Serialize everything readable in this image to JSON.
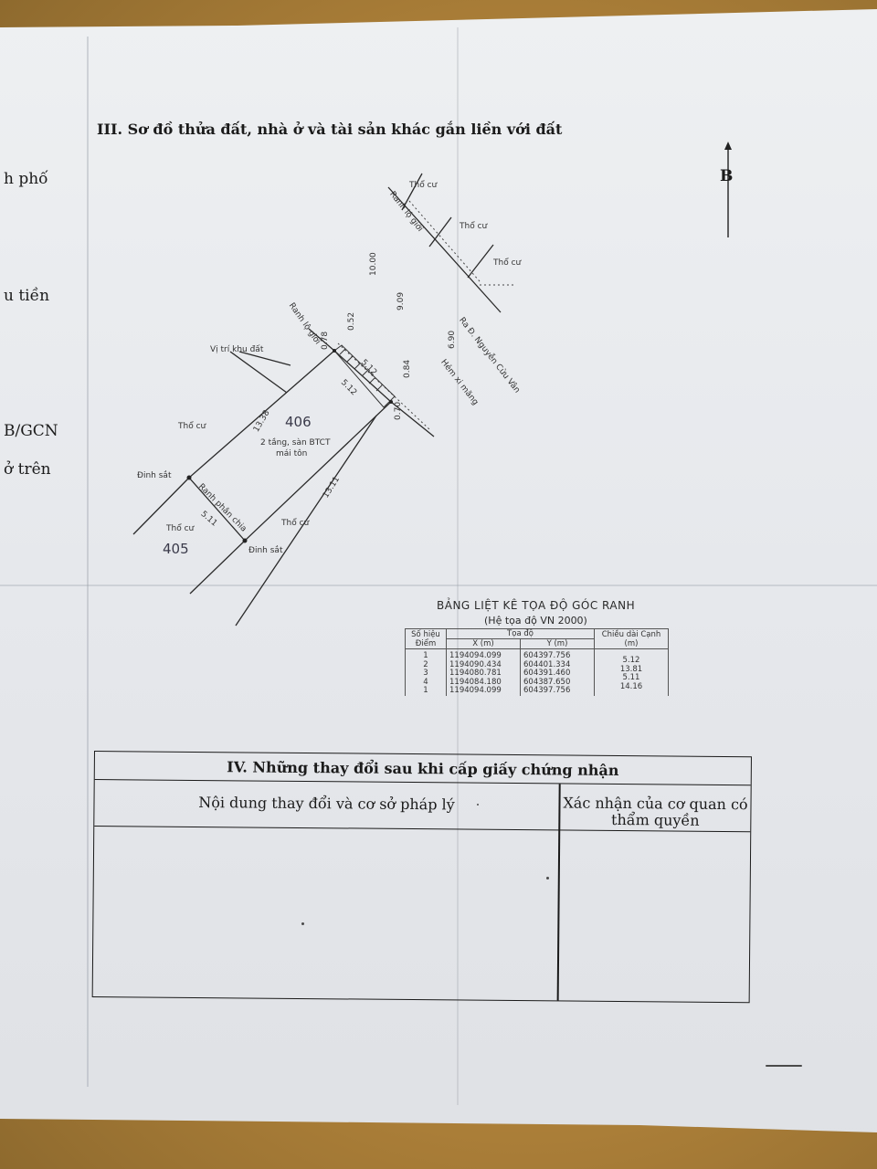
{
  "left_fragments": [
    "h phố",
    "u tiền",
    "B/GCN",
    "ở trên"
  ],
  "section3_title": "III. Sơ đồ thửa đất, nhà ở và tài sản khác gắn liền với đất",
  "north_label": "B",
  "map": {
    "labels": {
      "tho_cu_top1": "Thổ cư",
      "tho_cu_top2": "Thổ cư",
      "tho_cu_top3": "Thổ cư",
      "ranh_lo_gioi_top": "Ranh lộ giới",
      "ranh_lo_gioi_left": "Ranh lộ giới",
      "vi_tri": "Vị trí khu đất",
      "road_name": "Ra Đ. Nguyễn Cửu Vân",
      "hem": "Hẻm xi măng",
      "tho_cu_left": "Thổ cư",
      "tho_cu_bottom_left": "Thổ cư",
      "tho_cu_bottom_right": "Thổ cư",
      "dinh_sat_left": "Đinh sắt",
      "dinh_sat_bottom": "Đinh sắt",
      "ranh_phan_chia": "Ranh phân chia",
      "parcel_number": "406",
      "parcel_number_below": "405",
      "building_desc_1": "2 tầng, sàn BTCT",
      "building_desc_2": "mái tôn"
    },
    "dimensions": {
      "d1000": "10.00",
      "d909": "9.09",
      "d690": "6.90",
      "d052": "0.52",
      "d078": "0.78",
      "d512a": "5.12",
      "d512b": "5.12",
      "d084": "0.84",
      "d070": "0.70",
      "d1338": "13.38",
      "d1311": "13.11",
      "d511": "5.11"
    }
  },
  "coord_table": {
    "title": "BẢNG LIỆT KÊ TỌA ĐỘ GÓC RANH",
    "subtitle": "(Hệ tọa độ VN 2000)",
    "headers": {
      "point": "Số hiệu Điểm",
      "coord": "Tọa độ",
      "x": "X (m)",
      "y": "Y (m)",
      "length": "Chiều dài Cạnh (m)"
    },
    "points": [
      "1",
      "2",
      "3",
      "4",
      "1"
    ],
    "x": [
      "1194094.099",
      "1194090.434",
      "1194080.781",
      "1194084.180",
      "1194094.099"
    ],
    "y": [
      "604397.756",
      "604401.334",
      "604391.460",
      "604387.650",
      "604397.756"
    ],
    "lengths": [
      "5.12",
      "13.81",
      "5.11",
      "14.16"
    ]
  },
  "section4": {
    "title": "IV. Những thay đổi sau khi cấp giấy chứng nhận",
    "col1": "Nội dung thay đổi và cơ sở pháp lý",
    "col2": "Xác nhận của cơ quan có thẩm quyền"
  }
}
